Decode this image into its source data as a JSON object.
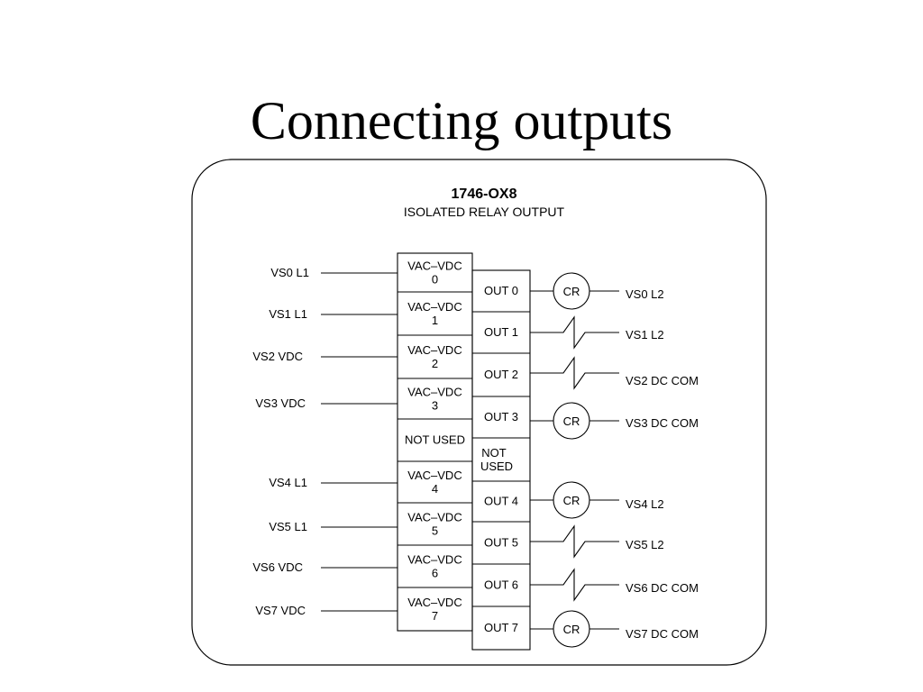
{
  "slide": {
    "title": "Connecting outputs"
  },
  "module": {
    "name": "1746-OX8",
    "subtitle": "ISOLATED RELAY OUTPUT"
  },
  "left_terminals": [
    {
      "lines": [
        "VAC–VDC",
        "0"
      ]
    },
    {
      "lines": [
        "VAC–VDC",
        "1"
      ]
    },
    {
      "lines": [
        "VAC–VDC",
        "2"
      ]
    },
    {
      "lines": [
        "VAC–VDC",
        "3"
      ]
    },
    {
      "lines": [
        "NOT USED"
      ]
    },
    {
      "lines": [
        "VAC–VDC",
        "4"
      ]
    },
    {
      "lines": [
        "VAC–VDC",
        "5"
      ]
    },
    {
      "lines": [
        "VAC–VDC",
        "6"
      ]
    },
    {
      "lines": [
        "VAC–VDC",
        "7"
      ]
    }
  ],
  "right_terminals": [
    {
      "lines": [
        "OUT 0"
      ]
    },
    {
      "lines": [
        "OUT 1"
      ]
    },
    {
      "lines": [
        "OUT 2"
      ]
    },
    {
      "lines": [
        "OUT 3"
      ]
    },
    {
      "lines": [
        "NOT",
        "USED"
      ]
    },
    {
      "lines": [
        "OUT 4"
      ]
    },
    {
      "lines": [
        "OUT 5"
      ]
    },
    {
      "lines": [
        "OUT 6"
      ]
    },
    {
      "lines": [
        "OUT 7"
      ]
    }
  ],
  "supply_labels": [
    "VS0 L1",
    "VS1 L1",
    "VS2 VDC",
    "VS3 VDC",
    "VS4 L1",
    "VS5 L1",
    "VS6 VDC",
    "VS7 VDC"
  ],
  "loads": [
    {
      "type": "relay-coil",
      "label": "CR"
    },
    {
      "type": "switch"
    },
    {
      "type": "switch"
    },
    {
      "type": "relay-coil",
      "label": "CR"
    },
    {
      "type": "relay-coil",
      "label": "CR"
    },
    {
      "type": "switch"
    },
    {
      "type": "switch"
    },
    {
      "type": "relay-coil",
      "label": "CR"
    }
  ],
  "return_labels": [
    "VS0 L2",
    "VS1 L2",
    "VS2 DC COM",
    "VS3 DC COM",
    "VS4 L2",
    "VS5 L2",
    "VS6 DC COM",
    "VS7 DC COM"
  ]
}
